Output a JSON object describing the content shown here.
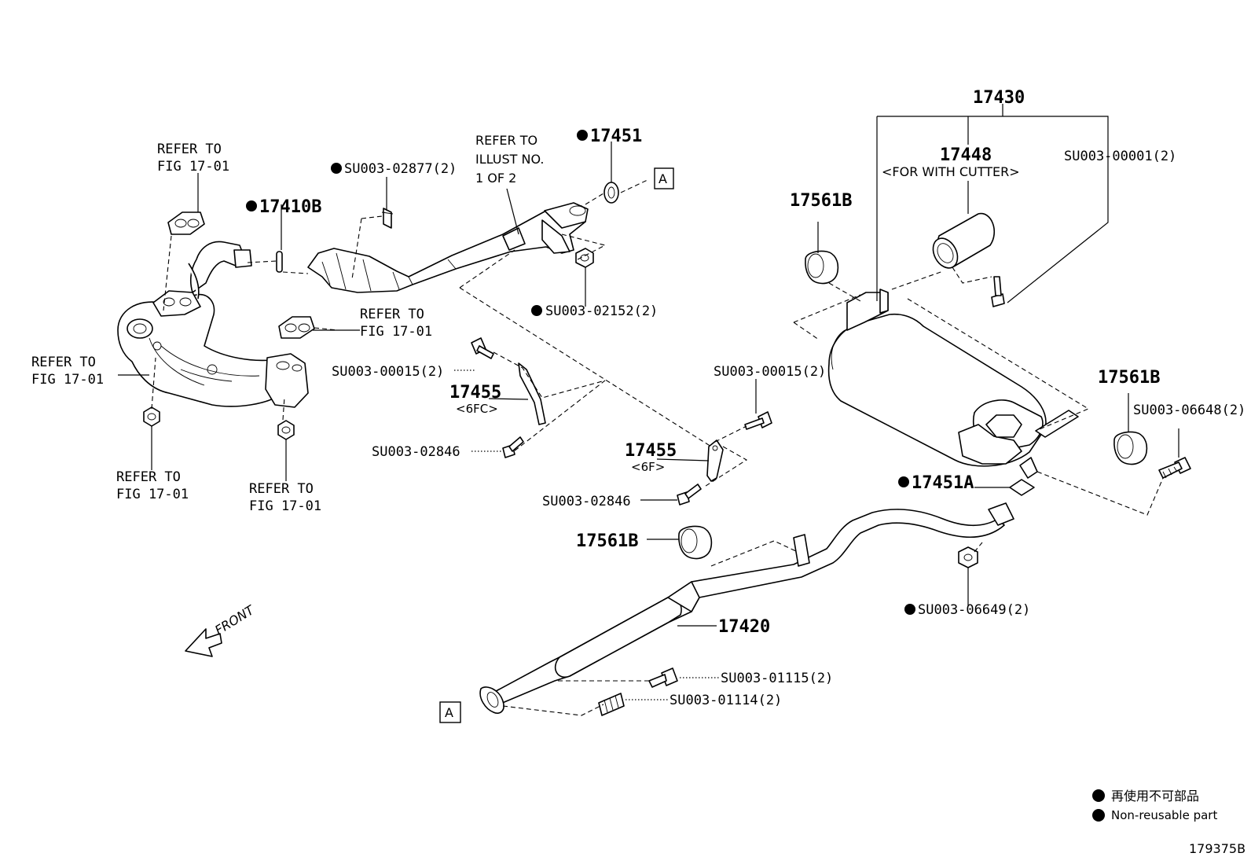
{
  "refer_fig": {
    "top_left": [
      "REFER TO",
      "FIG 17-01"
    ],
    "mid": [
      "REFER TO",
      "FIG 17-01"
    ],
    "left": [
      "REFER TO",
      "FIG 17-01"
    ],
    "bottom_a": [
      "REFER TO",
      "FIG 17-01"
    ],
    "bottom_b": [
      "REFER TO",
      "FIG 17-01"
    ]
  },
  "refer_illust": [
    "REFER TO",
    "ILLUST NO.",
    "1 OF 2"
  ],
  "parts": {
    "p17410B": "17410B",
    "su02877": "SU003-02877(2)",
    "p17451": "17451",
    "su02152": "SU003-02152(2)",
    "su00015_left": "SU003-00015(2)",
    "p17455_a": "17455",
    "p17455_a_note": "<6FC>",
    "su02846_a": "SU003-02846",
    "su00015_mid": "SU003-00015(2)",
    "p17455_b": "17455",
    "p17455_b_note": "<6F>",
    "su02846_b": "SU003-02846",
    "p17561B_mid": "17561B",
    "p17430": "17430",
    "p17448": "17448",
    "p17448_note": "<FOR WITH CUTTER>",
    "su00001": "SU003-00001(2)",
    "p17561B_top": "17561B",
    "p17561B_right": "17561B",
    "su06648": "SU003-06648(2)",
    "p17451A": "17451A",
    "su06649": "SU003-06649(2)",
    "p17420": "17420",
    "su01115": "SU003-01115(2)",
    "su01114": "SU003-01114(2)"
  },
  "markers": {
    "a_top": "A",
    "a_bottom": "A"
  },
  "front": "FRONT",
  "legend": {
    "jp": "再使用不可部品",
    "en": "Non-reusable part"
  },
  "figure_id": "179375B"
}
